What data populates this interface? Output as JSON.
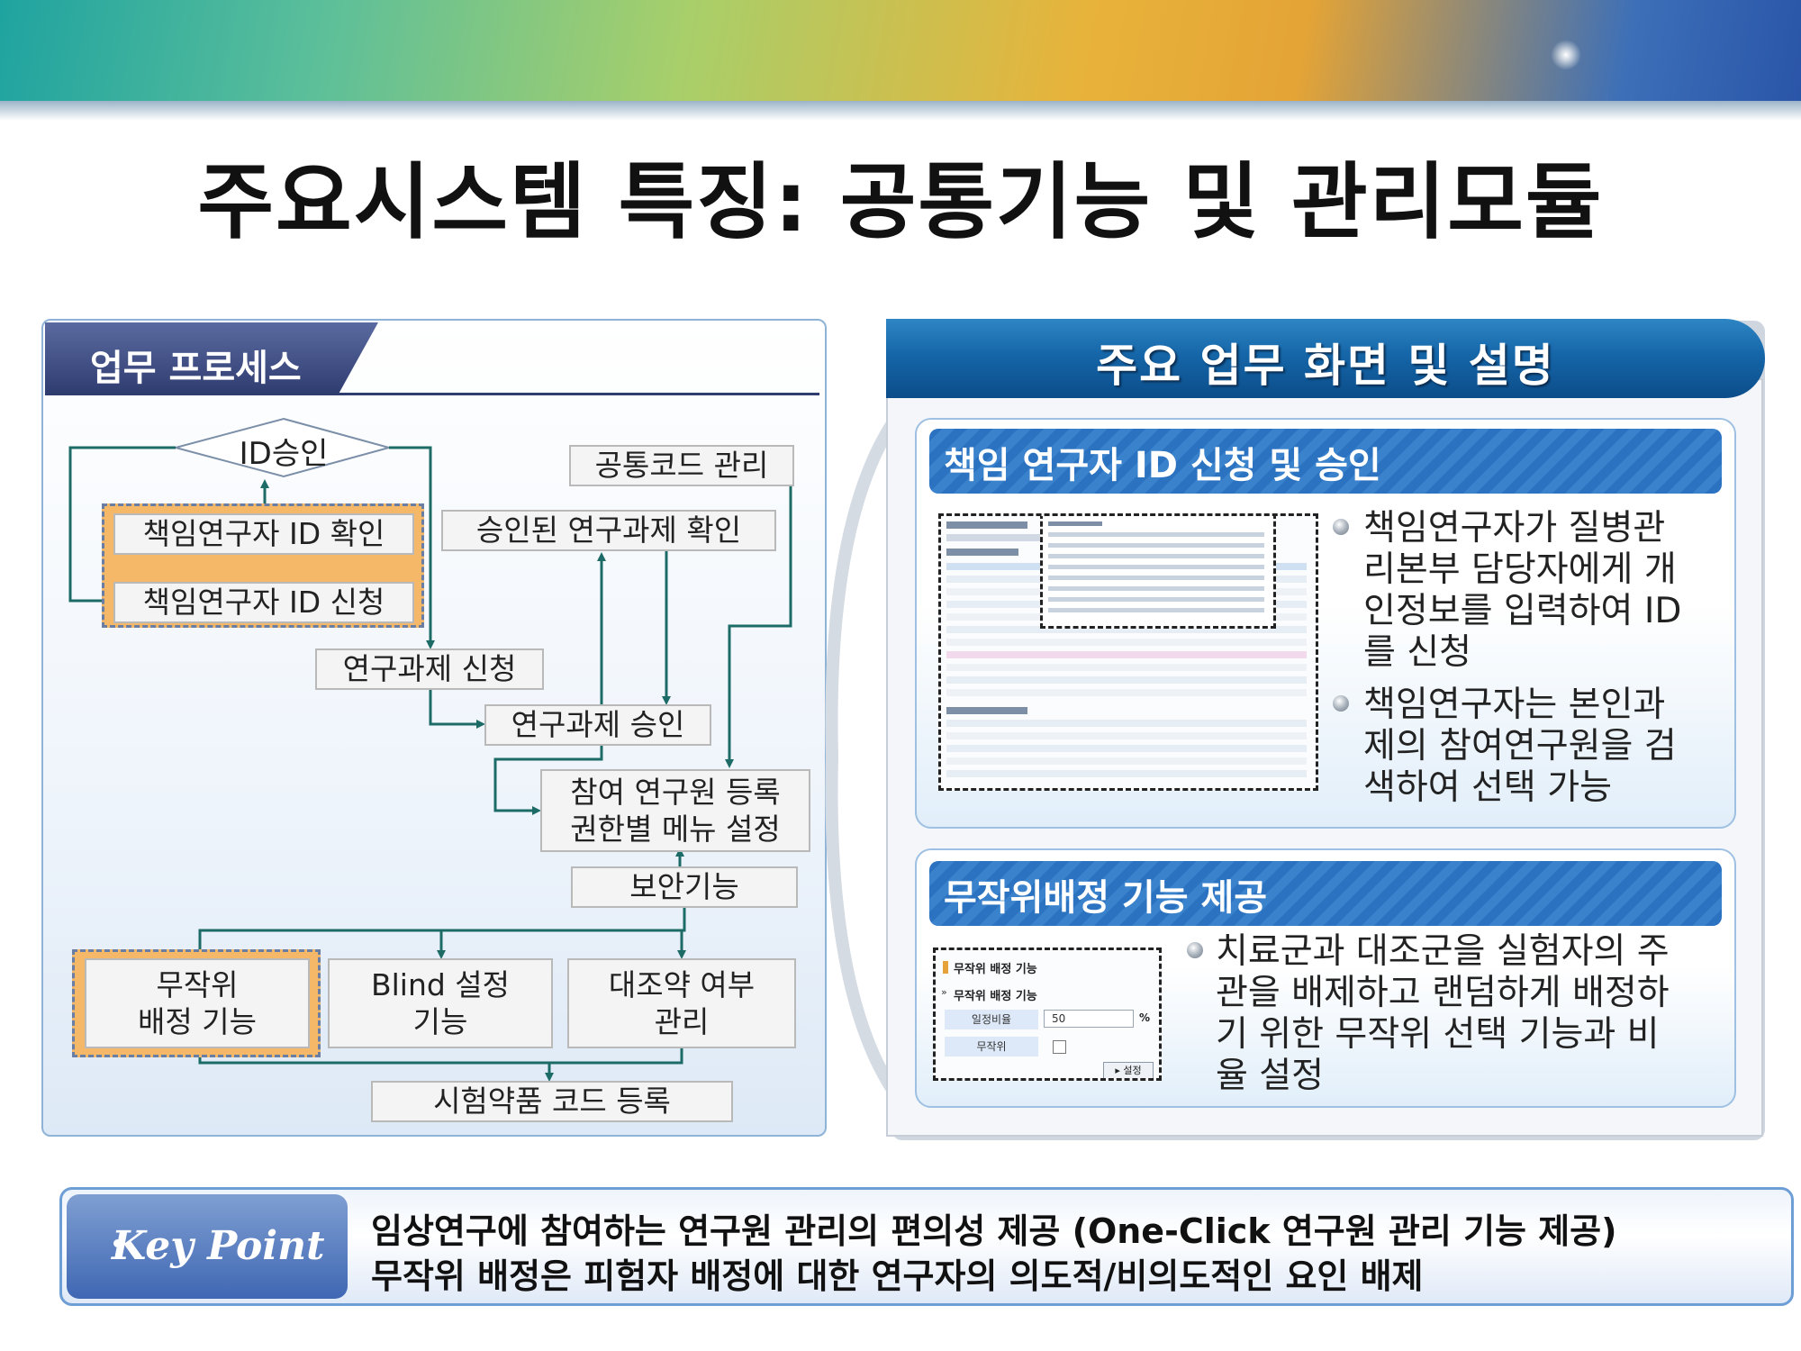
{
  "page_title": "주요시스템 특징: 공통기능 및 관리모듈",
  "left_panel": {
    "tab_label": "업무 프로세스",
    "nodes": {
      "id_approval": "ID승인",
      "common_code": "공통코드 관리",
      "id_confirm": "책임연구자 ID 확인",
      "approved_confirm": "승인된 연구과제 확인",
      "id_request": "책임연구자 ID 신청",
      "project_request": "연구과제 신청",
      "project_approval": "연구과제 승인",
      "participant_line1": "참여 연구원 등록",
      "participant_line2": "권한별 메뉴 설정",
      "security": "보안기능",
      "random_line1": "무작위",
      "random_line2": "배정 기능",
      "blind_line1": "Blind 설정",
      "blind_line2": "기능",
      "control_line1": "대조약 여부",
      "control_line2": "관리",
      "drug_code": "시험약품 코드 등록"
    }
  },
  "right_panel": {
    "header": "주요 업무 화면 및 설명",
    "card1": {
      "title": "책임 연구자 ID 신청 및 승인",
      "bullets": [
        [
          "책임연구자가 질병관",
          "리본부 담당자에게 개",
          "인정보를 입력하여 ID",
          "를 신청"
        ],
        [
          "책임연구자는 본인과",
          "제의 참여연구원을 검",
          "색하여 선택 가능"
        ]
      ]
    },
    "card2": {
      "title": "무작위배정 기능 제공",
      "bullets": [
        [
          "치료군과 대조군을 실험자의 주",
          "관을 배제하고 랜덤하게 배정하",
          "기 위한 무작위 선택 기능과 비",
          "율 설정"
        ]
      ],
      "mini": {
        "title1": "무작위 배정 기능",
        "title2": "무작위 배정 기능",
        "row1_label": "일정비율",
        "row1_value": "50",
        "row1_unit": "%",
        "row2_label": "무작위",
        "button": "▸ 설정"
      }
    }
  },
  "key_point": {
    "label": "Key Point",
    "lines": [
      "임상연구에 참여하는 연구원 관리의 편의성 제공 (One-Click 연구원 관리 기능 제공)",
      "무작위 배정은 피험자 배정에 대한 연구자의 의도적/비의도적인 요인 배제"
    ]
  },
  "colors": {
    "flow_arrow": "#1c6b67",
    "orange_highlight": "#f5b869",
    "panel_blue": "#1566a8",
    "key_point_blue": "#3f67b3"
  }
}
